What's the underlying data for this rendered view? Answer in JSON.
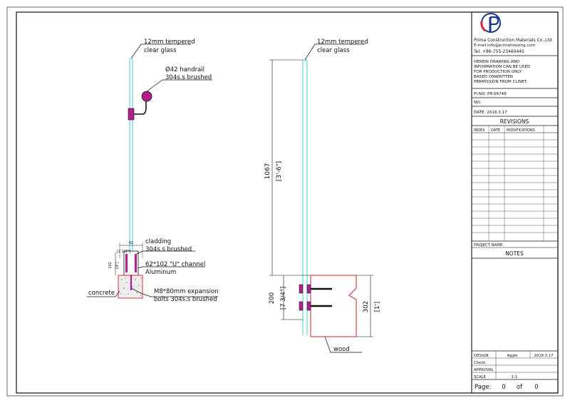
{
  "left_detail": {
    "glass_label": [
      "12mm tempered",
      "clear glass"
    ],
    "handrail_label": [
      "Ø42 handrail",
      "304s.s brushed"
    ],
    "cladding_label": [
      "cladding",
      "304s.s brushed"
    ],
    "channel_label": [
      "62*102 \"U\" channel",
      "Aluminum"
    ],
    "concrete_label": "concrete",
    "bolts_label": [
      "M8*80mm expansion",
      "bolts 304s.s brushed"
    ],
    "dim_width": [
      "62",
      "[2 1/2\"]"
    ],
    "dim_depth": [
      "102",
      "[4\"]"
    ]
  },
  "right_detail": {
    "glass_label": [
      "12mm tempered",
      "clear glass"
    ],
    "height_dim": [
      "1067",
      "[3'-6\"]"
    ],
    "mount_dim": [
      "200",
      "[7 3/4\"]"
    ],
    "post_dim": [
      "302",
      "[1']"
    ],
    "wood_label": "wood"
  },
  "title_block": {
    "company": "Prima Construction Materials Co.,Ltd",
    "email": "E-mail:info@primahousing.com",
    "tel": "Tel: +86-755-23460445",
    "notice": [
      "HEREIN DRAWING AND",
      "INFORMATION CAN BE USED",
      "FOR PRODUCTION ONLY",
      "BASED ONWRITTEN",
      "PERMISSION FROM CLINET."
    ],
    "pino": "PI.NO: PR-56748",
    "no": "NO:",
    "date": "DATE: 2018.3.17",
    "revisions_title": "REVISIONS",
    "rev_headers": [
      "INDEX",
      "DATE",
      "MODIFICATIONS"
    ],
    "project_name": "PROJECT NAME:",
    "notes_title": "NOTES",
    "design_label": "DESIGN",
    "design_name": "Aggie",
    "design_date": "2018.3.17",
    "check_label": "Check",
    "approval_label": "APPROVAL",
    "scale_label": "SCALE",
    "scale_value": "1:1",
    "page_label": "Page:",
    "page_current": "0",
    "page_of": "of",
    "page_total": "0"
  },
  "colors": {
    "glass": "#3fd0c8",
    "cladding": "#b0208f",
    "wood": "#d81c2e",
    "line": "#111111"
  }
}
